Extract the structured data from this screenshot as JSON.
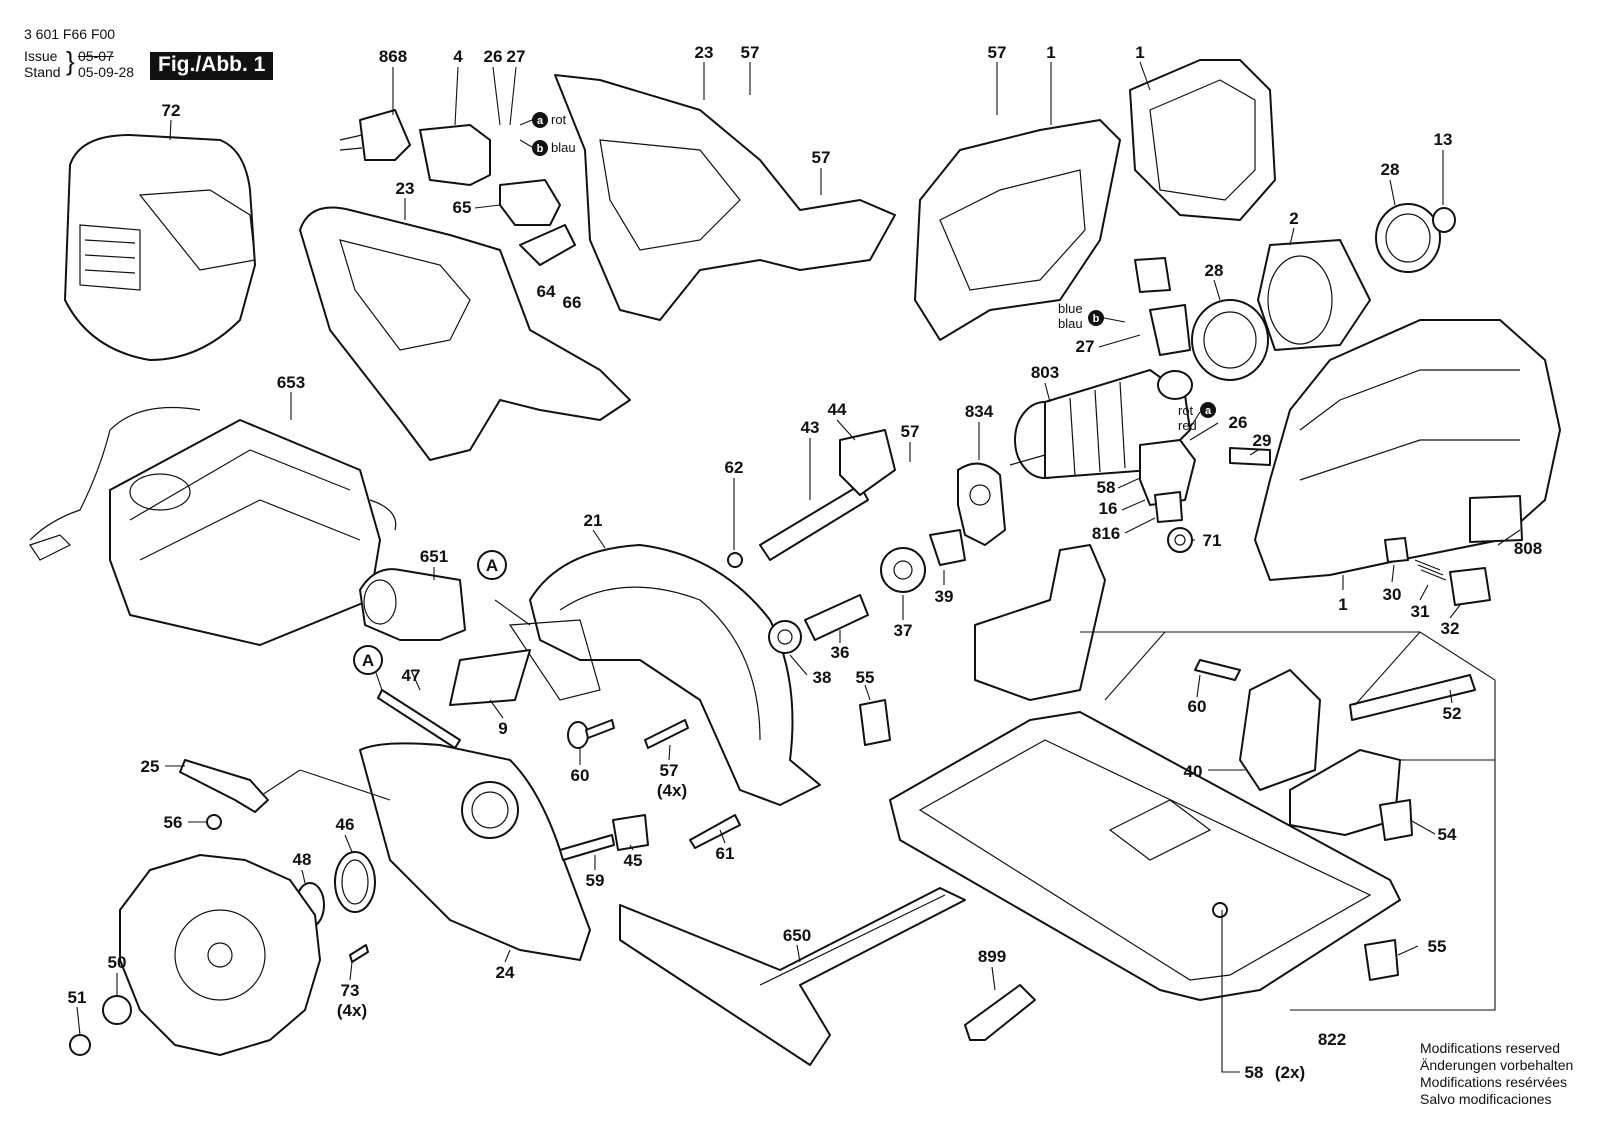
{
  "header": {
    "part_number": "3 601 F66 F00",
    "issue_label": "Issue",
    "issue_value": "05-07",
    "stand_label": "Stand",
    "stand_value": "05-09-28",
    "figure_badge": "Fig./Abb. 1"
  },
  "wire_labels": {
    "a_symbol": "a",
    "b_symbol": "b",
    "rot": "rot",
    "blau": "blau",
    "blue": "blue",
    "red": "red"
  },
  "detail_marker": "A",
  "part_labels": {
    "p868": "868",
    "p4": "4",
    "p26a": "26",
    "p27a": "27",
    "p23a": "23",
    "p57a": "57",
    "p57b": "57",
    "p1a": "1",
    "p1b": "1",
    "p72": "72",
    "p23b": "23",
    "p65": "65",
    "p64": "64",
    "p66": "66",
    "p57c": "57",
    "p13": "13",
    "p28a": "28",
    "p2": "2",
    "p28b": "28",
    "p27b": "27",
    "p653": "653",
    "p803": "803",
    "p834": "834",
    "p44": "44",
    "p43": "43",
    "p57d": "57",
    "p26b": "26",
    "p29": "29",
    "p58a": "58",
    "p16": "16",
    "p816": "816",
    "p71": "71",
    "p62": "62",
    "p808": "808",
    "p21": "21",
    "p651": "651",
    "p39": "39",
    "p37": "37",
    "p36": "36",
    "p38": "38",
    "p1c": "1",
    "p30": "30",
    "p31": "31",
    "p32": "32",
    "p47": "47",
    "p9": "9",
    "p55a": "55",
    "p60a": "60",
    "p52": "52",
    "p60b": "60",
    "p57e": "57",
    "p4x_a": "(4x)",
    "p40": "40",
    "p25": "25",
    "p56": "56",
    "p46": "46",
    "p61": "61",
    "p54": "54",
    "p48": "48",
    "p59": "59",
    "p45": "45",
    "p73": "73",
    "p4x_b": "(4x)",
    "p650": "650",
    "p50": "50",
    "p24": "24",
    "p899": "899",
    "p55b": "55",
    "p51": "51",
    "p822": "822",
    "p58b": "58",
    "p2x": "(2x)"
  },
  "footer_notes": [
    "Modifications reserved",
    "Änderungen vorbehalten",
    "Modifications resérvées",
    "Salvo modificaciones"
  ]
}
